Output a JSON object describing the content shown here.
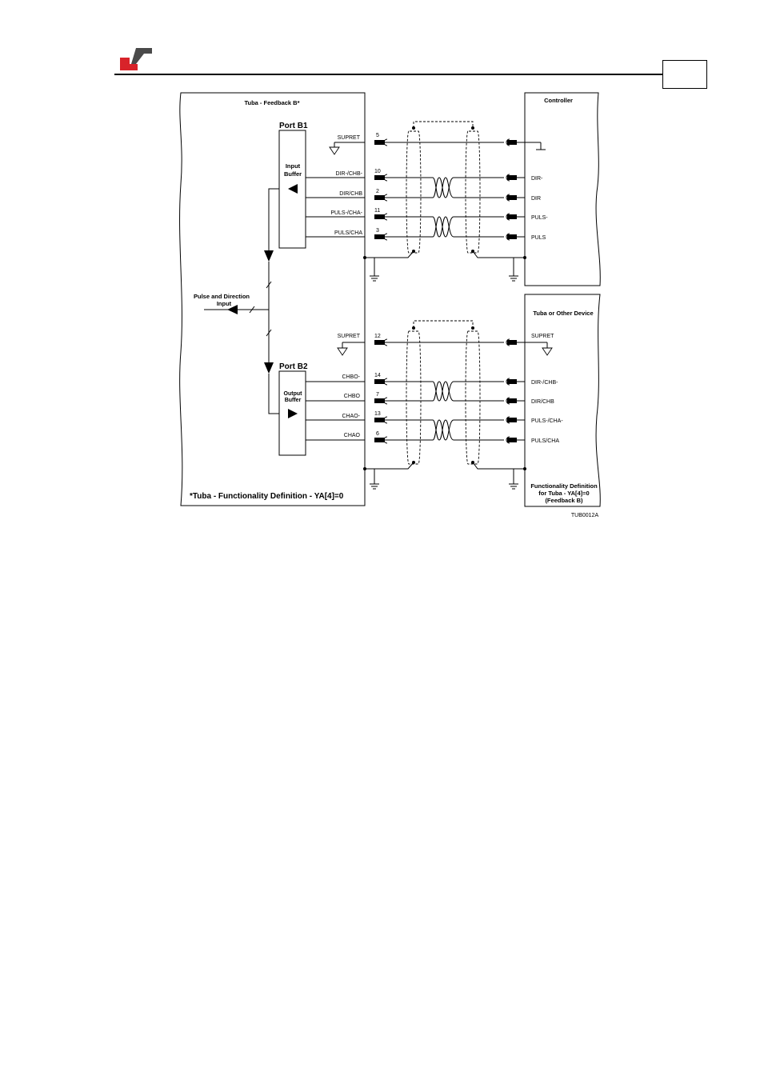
{
  "header": {
    "page_number": ""
  },
  "diagram": {
    "left_title": "Tuba - Feedback B*",
    "port_b1": "Port B1",
    "input_buffer": [
      "Input",
      "Buffer"
    ],
    "port_b2": "Port B2",
    "output_buffer": [
      "Output",
      "Buffer"
    ],
    "pd_input": [
      "Pulse and Direction",
      "Input"
    ],
    "footnote": "*Tuba - Functionality Definition - YA[4]=0",
    "controller_title": "Controller",
    "device_title": "Tuba or Other Device",
    "device_note": [
      "Functionality Definition",
      "for Tuba - YA[4]=0",
      "(Feedback B)"
    ],
    "drawing_id": "TUB0012A",
    "top_signals": [
      {
        "left": "SUPRET",
        "pin": "5",
        "right": ""
      },
      {
        "left": "DIR-/CHB-",
        "pin": "10",
        "right": "DIR-"
      },
      {
        "left": "DIR/CHB",
        "pin": "2",
        "right": "DIR"
      },
      {
        "left": "PULS-/CHA-",
        "pin": "11",
        "right": "PULS-"
      },
      {
        "left": "PULS/CHA",
        "pin": "3",
        "right": "PULS"
      }
    ],
    "bottom_signals": [
      {
        "left": "SUPRET",
        "pin": "12",
        "right": "SUPRET"
      },
      {
        "left": "CHBO-",
        "pin": "14",
        "right": "DIR-/CHB-"
      },
      {
        "left": "CHBO",
        "pin": "7",
        "right": "DIR/CHB"
      },
      {
        "left": "CHAO-",
        "pin": "13",
        "right": "PULS-/CHA-"
      },
      {
        "left": "CHAO",
        "pin": "6",
        "right": "PULS/CHA"
      }
    ]
  },
  "colors": {
    "logo_red": "#d8232a",
    "logo_gray": "#4a4a4a"
  }
}
